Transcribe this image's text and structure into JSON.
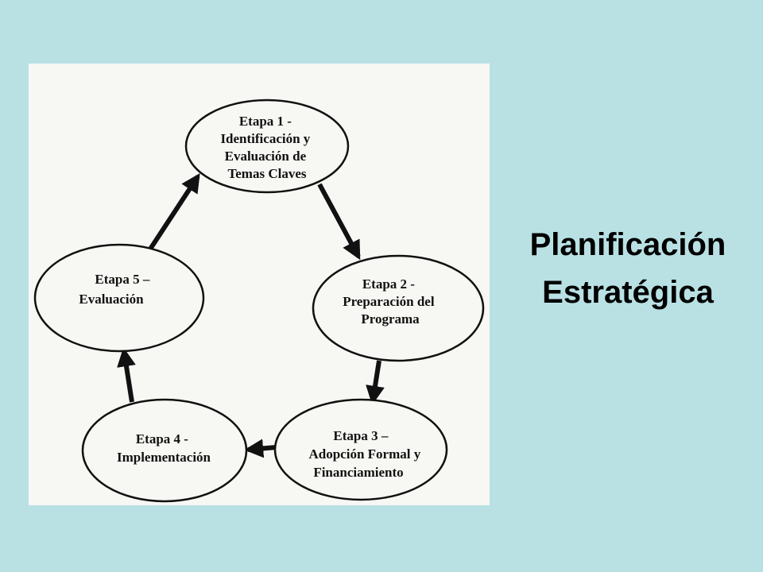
{
  "diagram": {
    "stages": [
      {
        "lines": [
          "Etapa 1 -",
          "Identificación y",
          "Evaluación de",
          "Temas Claves"
        ]
      },
      {
        "lines": [
          "Etapa 2 -",
          "Preparación del",
          "Programa"
        ]
      },
      {
        "lines": [
          "Etapa 3 –",
          "Adopción Formal y",
          "Financiamiento"
        ]
      },
      {
        "lines": [
          "Etapa 4 -",
          "Implementación"
        ]
      },
      {
        "lines": [
          "Etapa 5 –",
          "Evaluación"
        ]
      }
    ]
  },
  "title": {
    "line1": "Planificación",
    "line2": "Estratégica"
  },
  "colors": {
    "background": "#b9e1e4",
    "paper": "#f7f7f4",
    "ink": "#111111"
  }
}
